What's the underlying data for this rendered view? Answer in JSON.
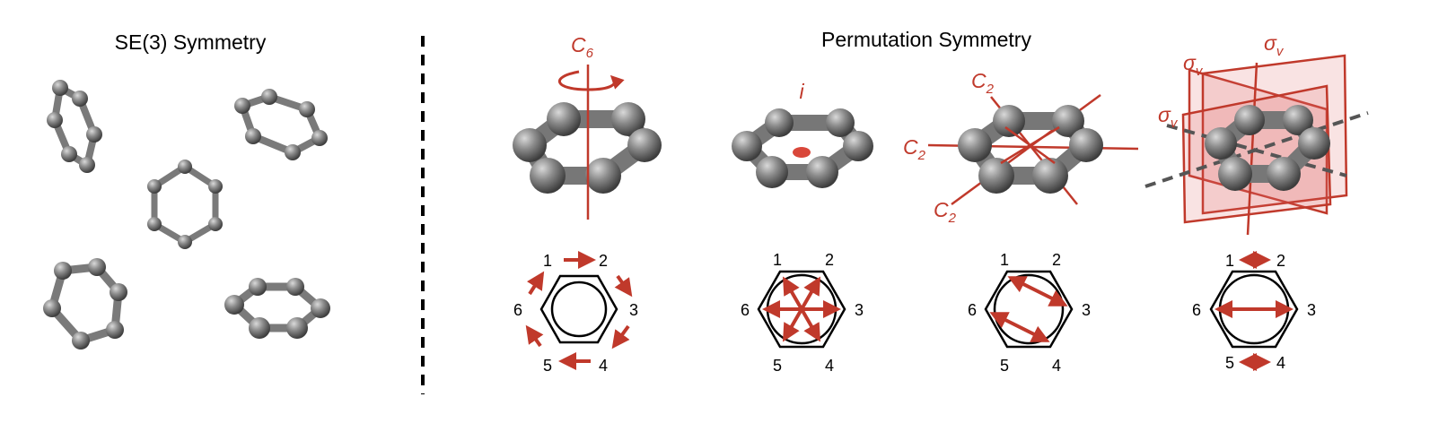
{
  "titles": {
    "left": "SE(3) Symmetry",
    "right": "Permutation Symmetry"
  },
  "operations": {
    "c6": {
      "base": "C",
      "sub": "6"
    },
    "inversion": {
      "base": "i"
    },
    "c2": {
      "base": "C",
      "sub": "2"
    },
    "sigma_v": {
      "base": "σ",
      "sub": "v"
    }
  },
  "hexagon_labels": [
    "1",
    "2",
    "3",
    "4",
    "5",
    "6"
  ],
  "colors": {
    "accent": "#c0392b",
    "atom": "#8a8a8a",
    "divider": "#000000"
  }
}
